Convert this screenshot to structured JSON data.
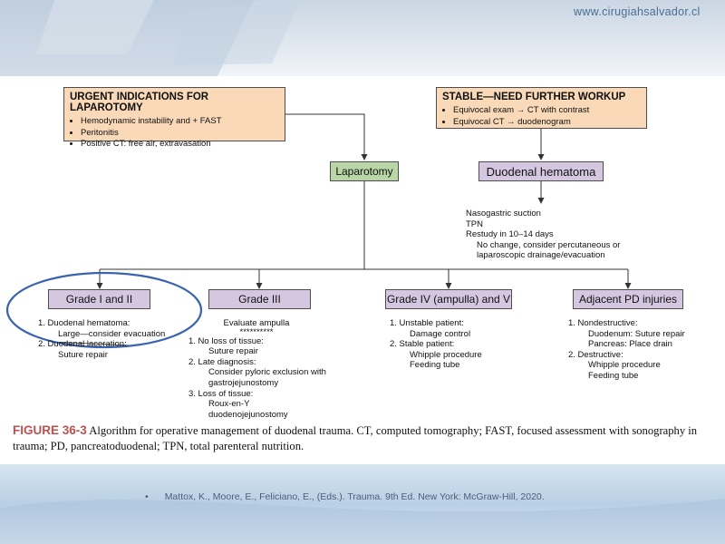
{
  "watermark": "www.cirugiahsalvador.cl",
  "urgent": {
    "title": "URGENT INDICATIONS FOR LAPAROTOMY",
    "items": [
      "Hemodynamic instability and + FAST",
      "Peritonitis",
      "Positive CT: free air, extravasation"
    ]
  },
  "stable": {
    "title": "STABLE—NEED FURTHER WORKUP",
    "items": [
      "Equivocal exam → CT with contrast",
      "Equivocal CT → duodenogram"
    ]
  },
  "laparotomy": "Laparotomy",
  "hematoma": "Duodenal hematoma",
  "hematoma_mgmt": [
    "Nasogastric suction",
    "TPN",
    "Restudy in 10–14 days",
    "No change, consider percutaneous or",
    "laparoscopic drainage/evacuation"
  ],
  "grades": {
    "g1": {
      "title": "Grade I and II",
      "lines": [
        "1.  Duodenal hematoma:",
        "Large—consider evacuation",
        "2.  Duodenal laceration:",
        "Suture repair"
      ]
    },
    "g3": {
      "title": "Grade III",
      "lines": [
        "Evaluate ampulla",
        "**********",
        "1.  No loss of tissue:",
        "Suture repair",
        "2.  Late diagnosis:",
        "Consider pyloric exclusion with",
        "gastrojejunostomy",
        "3.  Loss of tissue:",
        "Roux-en-Y",
        "duodenojejunostomy"
      ]
    },
    "g4": {
      "title": "Grade IV (ampulla) and V",
      "lines": [
        "1.  Unstable patient:",
        "Damage control",
        "2.  Stable patient:",
        "Whipple procedure",
        "Feeding tube"
      ]
    },
    "pd": {
      "title": "Adjacent PD injuries",
      "lines": [
        "1.  Nondestructive:",
        "Duodenum: Suture repair",
        "Pancreas: Place drain",
        "2.  Destructive:",
        "Whipple procedure",
        "Feeding tube"
      ]
    }
  },
  "caption": {
    "label": "FIGURE 36-3",
    "text": "Algorithm for operative management of duodenal trauma. CT, computed tomography; FAST, focused assessment with sonography in trauma; PD, pancreatoduodenal; TPN, total parenteral nutrition."
  },
  "citation": "Mattox, K., Moore, E., Feliciano, E., (Eds.). Trauma. 9th Ed. New York: McGraw-Hill, 2020.",
  "colors": {
    "orange_box": "#f9d9b8",
    "green_box": "#b9d6a6",
    "purple_box": "#d6c7e0",
    "highlight_ellipse": "#3a63b0",
    "caption_label": "#c0504d"
  }
}
